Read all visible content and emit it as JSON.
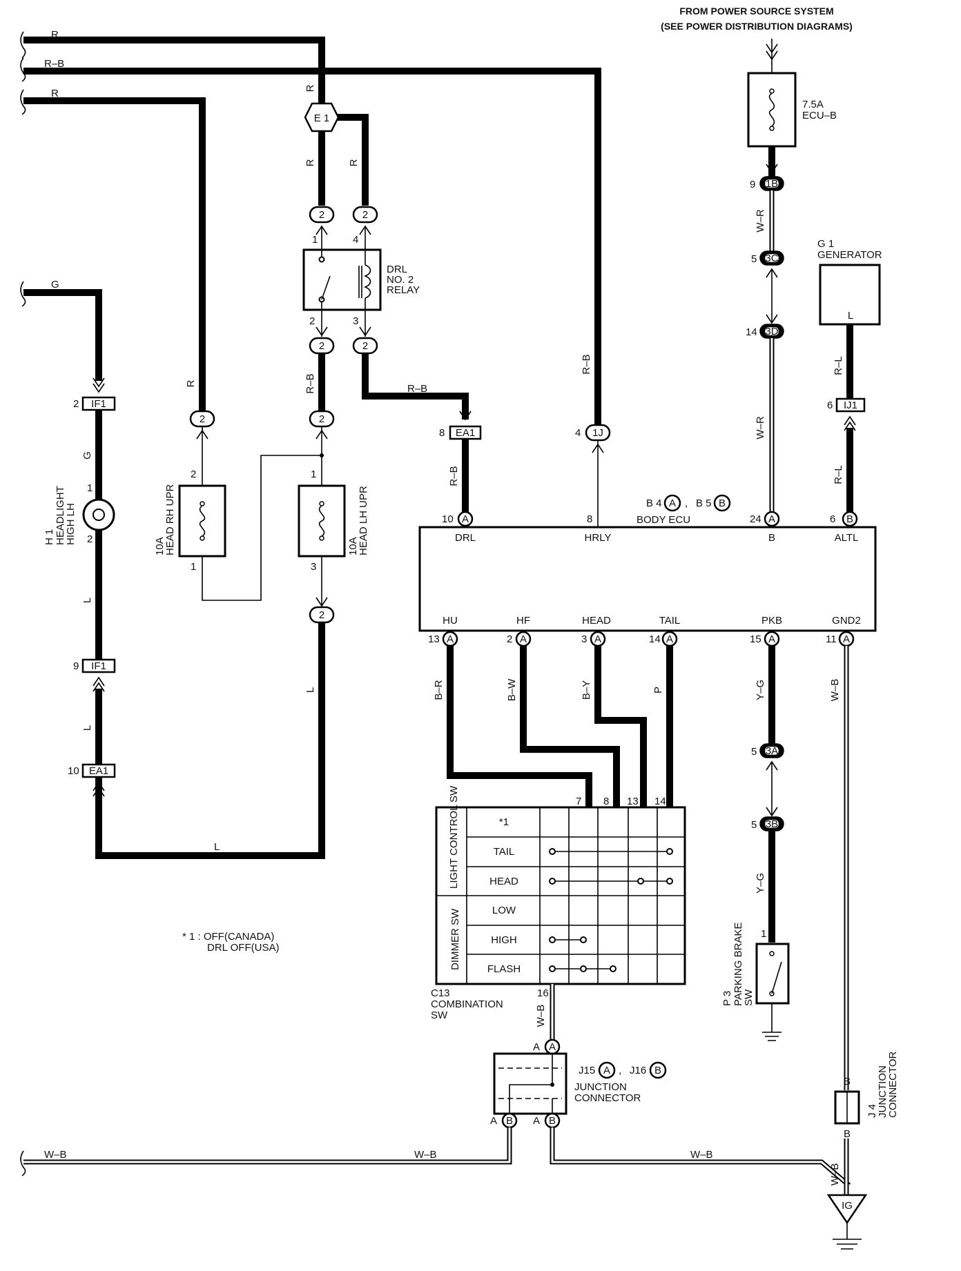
{
  "header": {
    "line1": "FROM POWER SOURCE SYSTEM",
    "line2": "(SEE POWER DISTRIBUTION DIAGRAMS)"
  },
  "fuse_ecu_b": {
    "amp": "7.5A",
    "name": "ECU–B"
  },
  "generator": {
    "id": "G 1",
    "name": "GENERATOR",
    "pin": "L"
  },
  "relay": {
    "name_l1": "DRL",
    "name_l2": "NO. 2",
    "name_l3": "RELAY",
    "pins": [
      "1",
      "4",
      "2",
      "3"
    ]
  },
  "splice_e1": "E 1",
  "fuse_rh": {
    "amp": "10A",
    "name": "HEAD RH UPR",
    "pins": [
      "2",
      "1"
    ]
  },
  "fuse_lh": {
    "amp": "10A",
    "name": "HEAD LH UPR",
    "pins": [
      "1",
      "3"
    ]
  },
  "headlight": {
    "id": "H 1",
    "name_l1": "HEADLIGHT",
    "name_l2": "HIGH LH",
    "pins": [
      "1",
      "2"
    ]
  },
  "body_ecu": {
    "title": "BODY ECU",
    "conn_a_id": "B 4",
    "conn_b_id": "B 5",
    "conn_a": "A",
    "conn_b": "B",
    "sep": ",",
    "top_terms": [
      {
        "pin": "10",
        "conn": "A",
        "name": "DRL"
      },
      {
        "pin": "8",
        "conn": "",
        "name": "HRLY"
      },
      {
        "pin": "24",
        "conn": "A",
        "name": "B"
      },
      {
        "pin": "6",
        "conn": "B",
        "name": "ALTL"
      }
    ],
    "bottom_terms": [
      {
        "pin": "13",
        "conn": "A",
        "name": "HU"
      },
      {
        "pin": "2",
        "conn": "A",
        "name": "HF"
      },
      {
        "pin": "3",
        "conn": "A",
        "name": "HEAD"
      },
      {
        "pin": "14",
        "conn": "A",
        "name": "TAIL"
      },
      {
        "pin": "15",
        "conn": "A",
        "name": "PKB"
      },
      {
        "pin": "11",
        "conn": "A",
        "name": "GND2"
      }
    ]
  },
  "connectors": {
    "c_1b": {
      "id": "1B",
      "pin": "9"
    },
    "c_3c": {
      "id": "3C",
      "pin": "5"
    },
    "c_3d": {
      "id": "3D",
      "pin": "14"
    },
    "c_ij1": {
      "id": "IJ1",
      "pin": "6"
    },
    "c_1j": {
      "id": "1J",
      "pin": "4"
    },
    "c_ea1_ecu": {
      "id": "EA1",
      "pin": "8"
    },
    "c_if1_top": {
      "id": "IF1",
      "pin": "2"
    },
    "c_if1_bot": {
      "id": "IF1",
      "pin": "9"
    },
    "c_ea1_low": {
      "id": "EA1",
      "pin": "10"
    },
    "c_3a": {
      "id": "3A",
      "pin": "5"
    },
    "c_3b": {
      "id": "3B",
      "pin": "5"
    },
    "two": "2"
  },
  "wires": {
    "r": "R",
    "rb": "R–B",
    "g": "G",
    "l": "L",
    "wr": "W–R",
    "rl": "R–L",
    "br": "B–R",
    "bw": "B–W",
    "by": "B–Y",
    "p": "P",
    "yg": "Y–G",
    "wb": "W–B",
    "b": "B"
  },
  "combo_switch": {
    "id": "C13",
    "name_l1": "COMBINATION",
    "name_l2": "SW",
    "group1": "LIGHT CONTROL SW",
    "group2": "DIMMER SW",
    "rows": [
      "*1",
      "TAIL",
      "HEAD",
      "LOW",
      "HIGH",
      "FLASH"
    ],
    "col_pins": [
      "7",
      "8",
      "13",
      "14"
    ],
    "bottom_pin": "16"
  },
  "parking_brake": {
    "id": "P 3",
    "name_l1": "PARKING BRAKE",
    "name_l2": "SW",
    "pin": "1"
  },
  "junction_main": {
    "id_a": "J15",
    "id_b": "J16",
    "conn_a": "A",
    "conn_b": "B",
    "sep": ",",
    "name_l1": "JUNCTION",
    "name_l2": "CONNECTOR",
    "pin_a": "A",
    "pin_b": "B"
  },
  "junction_j4": {
    "id": "J 4",
    "name_l1": "JUNCTION",
    "name_l2": "CONNECTOR",
    "pin": "B"
  },
  "ground": "IG",
  "footnote": {
    "line1": "* 1 : OFF(CANADA)",
    "line2": "DRL OFF(USA)"
  }
}
